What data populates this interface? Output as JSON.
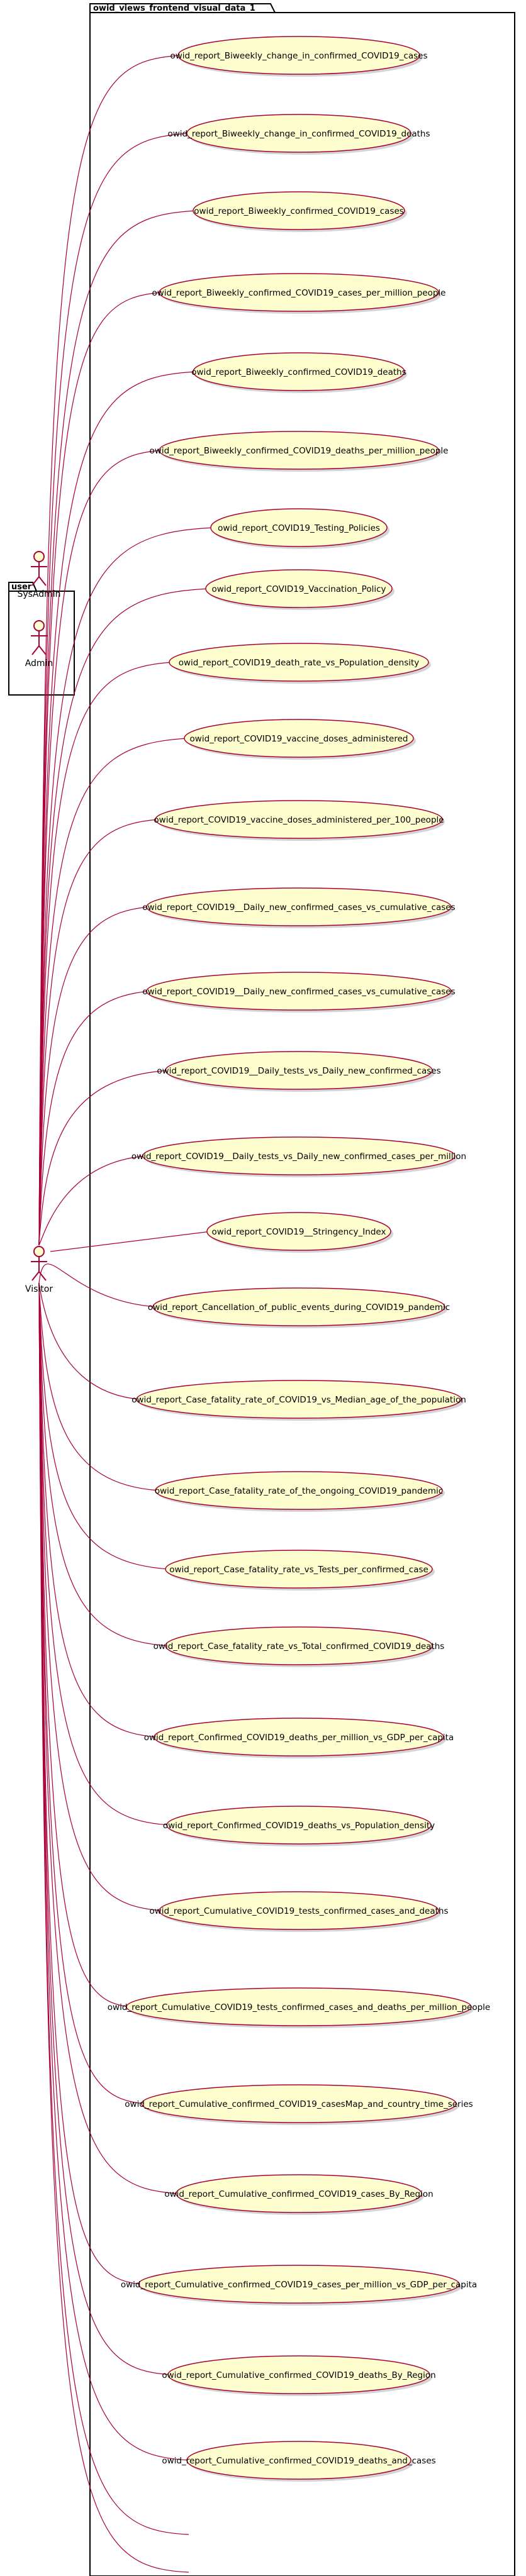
{
  "packages": {
    "user": "user",
    "views": "owid_views_frontend_visual_data_1"
  },
  "actors": [
    {
      "name": "SysAdmin"
    },
    {
      "name": "Admin"
    },
    {
      "name": "Visitor"
    }
  ],
  "use_cases": [
    "owid_report_Biweekly_change_in_confirmed_COVID19_cases",
    "owid_report_Biweekly_change_in_confirmed_COVID19_deaths",
    "owid_report_Biweekly_confirmed_COVID19_cases",
    "owid_report_Biweekly_confirmed_COVID19_cases_per_million_people",
    "owid_report_Biweekly_confirmed_COVID19_deaths",
    "owid_report_Biweekly_confirmed_COVID19_deaths_per_million_people",
    "owid_report_COVID19_Testing_Policies",
    "owid_report_COVID19_Vaccination_Policy",
    "owid_report_COVID19_death_rate_vs_Population_density",
    "owid_report_COVID19_vaccine_doses_administered",
    "owid_report_COVID19_vaccine_doses_administered_per_100_people",
    "owid_report_COVID19__Daily_new_confirmed_cases_vs_cumulative_cases",
    "owid_report_COVID19__Daily_new_confirmed_cases_vs_cumulative_cases",
    "owid_report_COVID19__Daily_tests_vs_Daily_new_confirmed_cases",
    "owid_report_COVID19__Daily_tests_vs_Daily_new_confirmed_cases_per_million",
    "owid_report_COVID19__Stringency_Index",
    "owid_report_Cancellation_of_public_events_during_COVID19_pandemic",
    "owid_report_Case_fatality_rate_of_COVID19_vs_Median_age_of_the_population",
    "owid_report_Case_fatality_rate_of_the_ongoing_COVID19_pandemic",
    "owid_report_Case_fatality_rate_vs_Tests_per_confirmed_case",
    "owid_report_Case_fatality_rate_vs_Total_confirmed_COVID19_deaths",
    "owid_report_Confirmed_COVID19_deaths_per_million_vs_GDP_per_capita",
    "owid_report_Confirmed_COVID19_deaths_vs_Population_density",
    "owid_report_Cumulative_COVID19_tests_confirmed_cases_and_deaths",
    "owid_report_Cumulative_COVID19_tests_confirmed_cases_and_deaths_per_million_people",
    "owid_report_Cumulative_confirmed_COVID19_casesMap_and_country_time_series",
    "owid_report_Cumulative_confirmed_COVID19_cases_By_Region",
    "owid_report_Cumulative_confirmed_COVID19_cases_per_million_vs_GDP_per_capita",
    "owid_report_Cumulative_confirmed_COVID19_deaths_By_Region",
    "owid_report_Cumulative_confirmed_COVID19_deaths_and_cases"
  ],
  "colors": {
    "ellipse_fill": "#fefece",
    "ellipse_stroke": "#a80036",
    "edge": "#a80036",
    "shadow": "#d4d4d4"
  }
}
